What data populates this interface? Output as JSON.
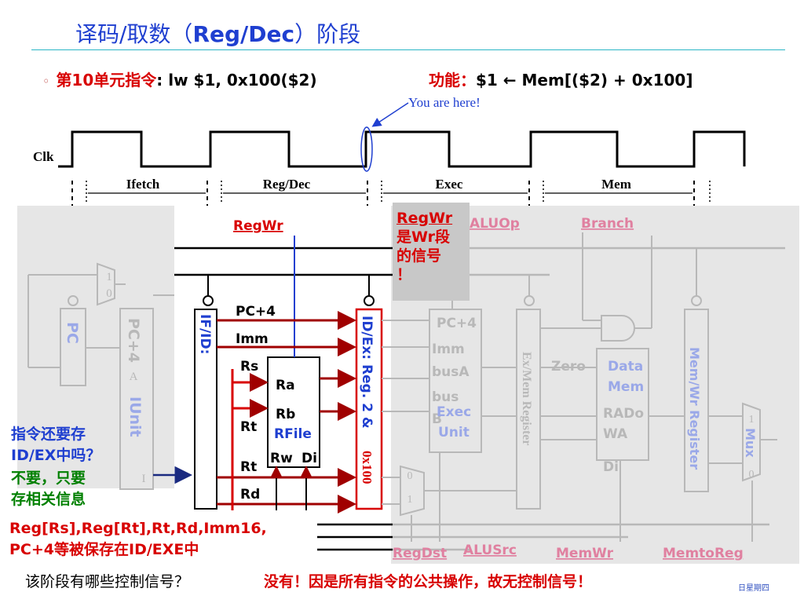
{
  "title": {
    "prefix": "译码/取数（",
    "bold": "Reg/Dec",
    "suffix": "）阶段"
  },
  "bullet": {
    "marker": "◦",
    "label_red": "第10单元指令",
    "instruction": ": lw  $1, 0x100($2)"
  },
  "function": {
    "label": "功能：",
    "text": "$1 ←  Mem[($2) +  0x100]"
  },
  "you_are_here": "You are here!",
  "clock": {
    "label": "Clk"
  },
  "stages": [
    "Ifetch",
    "Reg/Dec",
    "Exec",
    "Mem"
  ],
  "signals": {
    "regwr_dec": "RegWr",
    "aluop": "ALUOp",
    "branch": "Branch",
    "regdst": "RegDst",
    "alusrc": "ALUSrc",
    "memwr": "MemWr",
    "memtoreg": "MemtoReg"
  },
  "popup": {
    "line1": "RegWr",
    "line2": "是Wr段",
    "line3": "的信号",
    "line4": "！"
  },
  "pipeline_regs": {
    "ifid": "IF/ID:",
    "idex_blue": "ID/Ex: Reg. 2 &",
    "idex_red": "0x100",
    "exmem": "Ex/Mem Register",
    "memwr": "Mem/Wr Register"
  },
  "left_units": {
    "pc": "PC",
    "pc4": "PC+4",
    "a": "A",
    "iunit": "IUnit",
    "i": "I",
    "mux_top": "1",
    "mux_bot": "0"
  },
  "ifid_outputs": {
    "pc4": "PC+4",
    "imm": "Imm",
    "rs": "Rs",
    "rt1": "Rt",
    "rt2": "Rt",
    "rd": "Rd"
  },
  "rfile": {
    "ra": "Ra",
    "rb": "Rb",
    "name": "RFile",
    "rw": "Rw",
    "di": "Di"
  },
  "exec_area": {
    "pc4": "PC+4",
    "imm": "Imm",
    "busa": "busA",
    "busb1": "bus",
    "busb2": "B",
    "exec_unit1": "Exec",
    "exec_unit2": "Unit",
    "zero": "Zero",
    "mux_top": "0",
    "mux_bot": "1",
    "data_mem1": "Data",
    "data_mem2": "Mem",
    "rado": "RADo",
    "wa": "WA",
    "di": "Di",
    "mux_label": "Mux",
    "mux_one": "1",
    "mux_zero": "0"
  },
  "notes": {
    "question_left": [
      "指令还要存",
      "ID/EX中吗？"
    ],
    "answer_left": [
      "不要，只要",
      "存相关信息"
    ],
    "saved": [
      "Reg[Rs],Reg[Rt],Rt,Rd,Imm16,",
      "PC+4等被保存在ID/EXE中"
    ],
    "question_bottom": "该阶段有哪些控制信号？",
    "answer_bottom": "没有！因是所有指令的公共操作，故无控制信号！"
  },
  "footer": "日星期四",
  "colors": {
    "title": "#1f3fd0",
    "red": "#d80000",
    "green": "#008000",
    "faded": "#b8b8b8",
    "faded_blue": "#9aa8e8",
    "faded_pink": "#e080a0"
  }
}
